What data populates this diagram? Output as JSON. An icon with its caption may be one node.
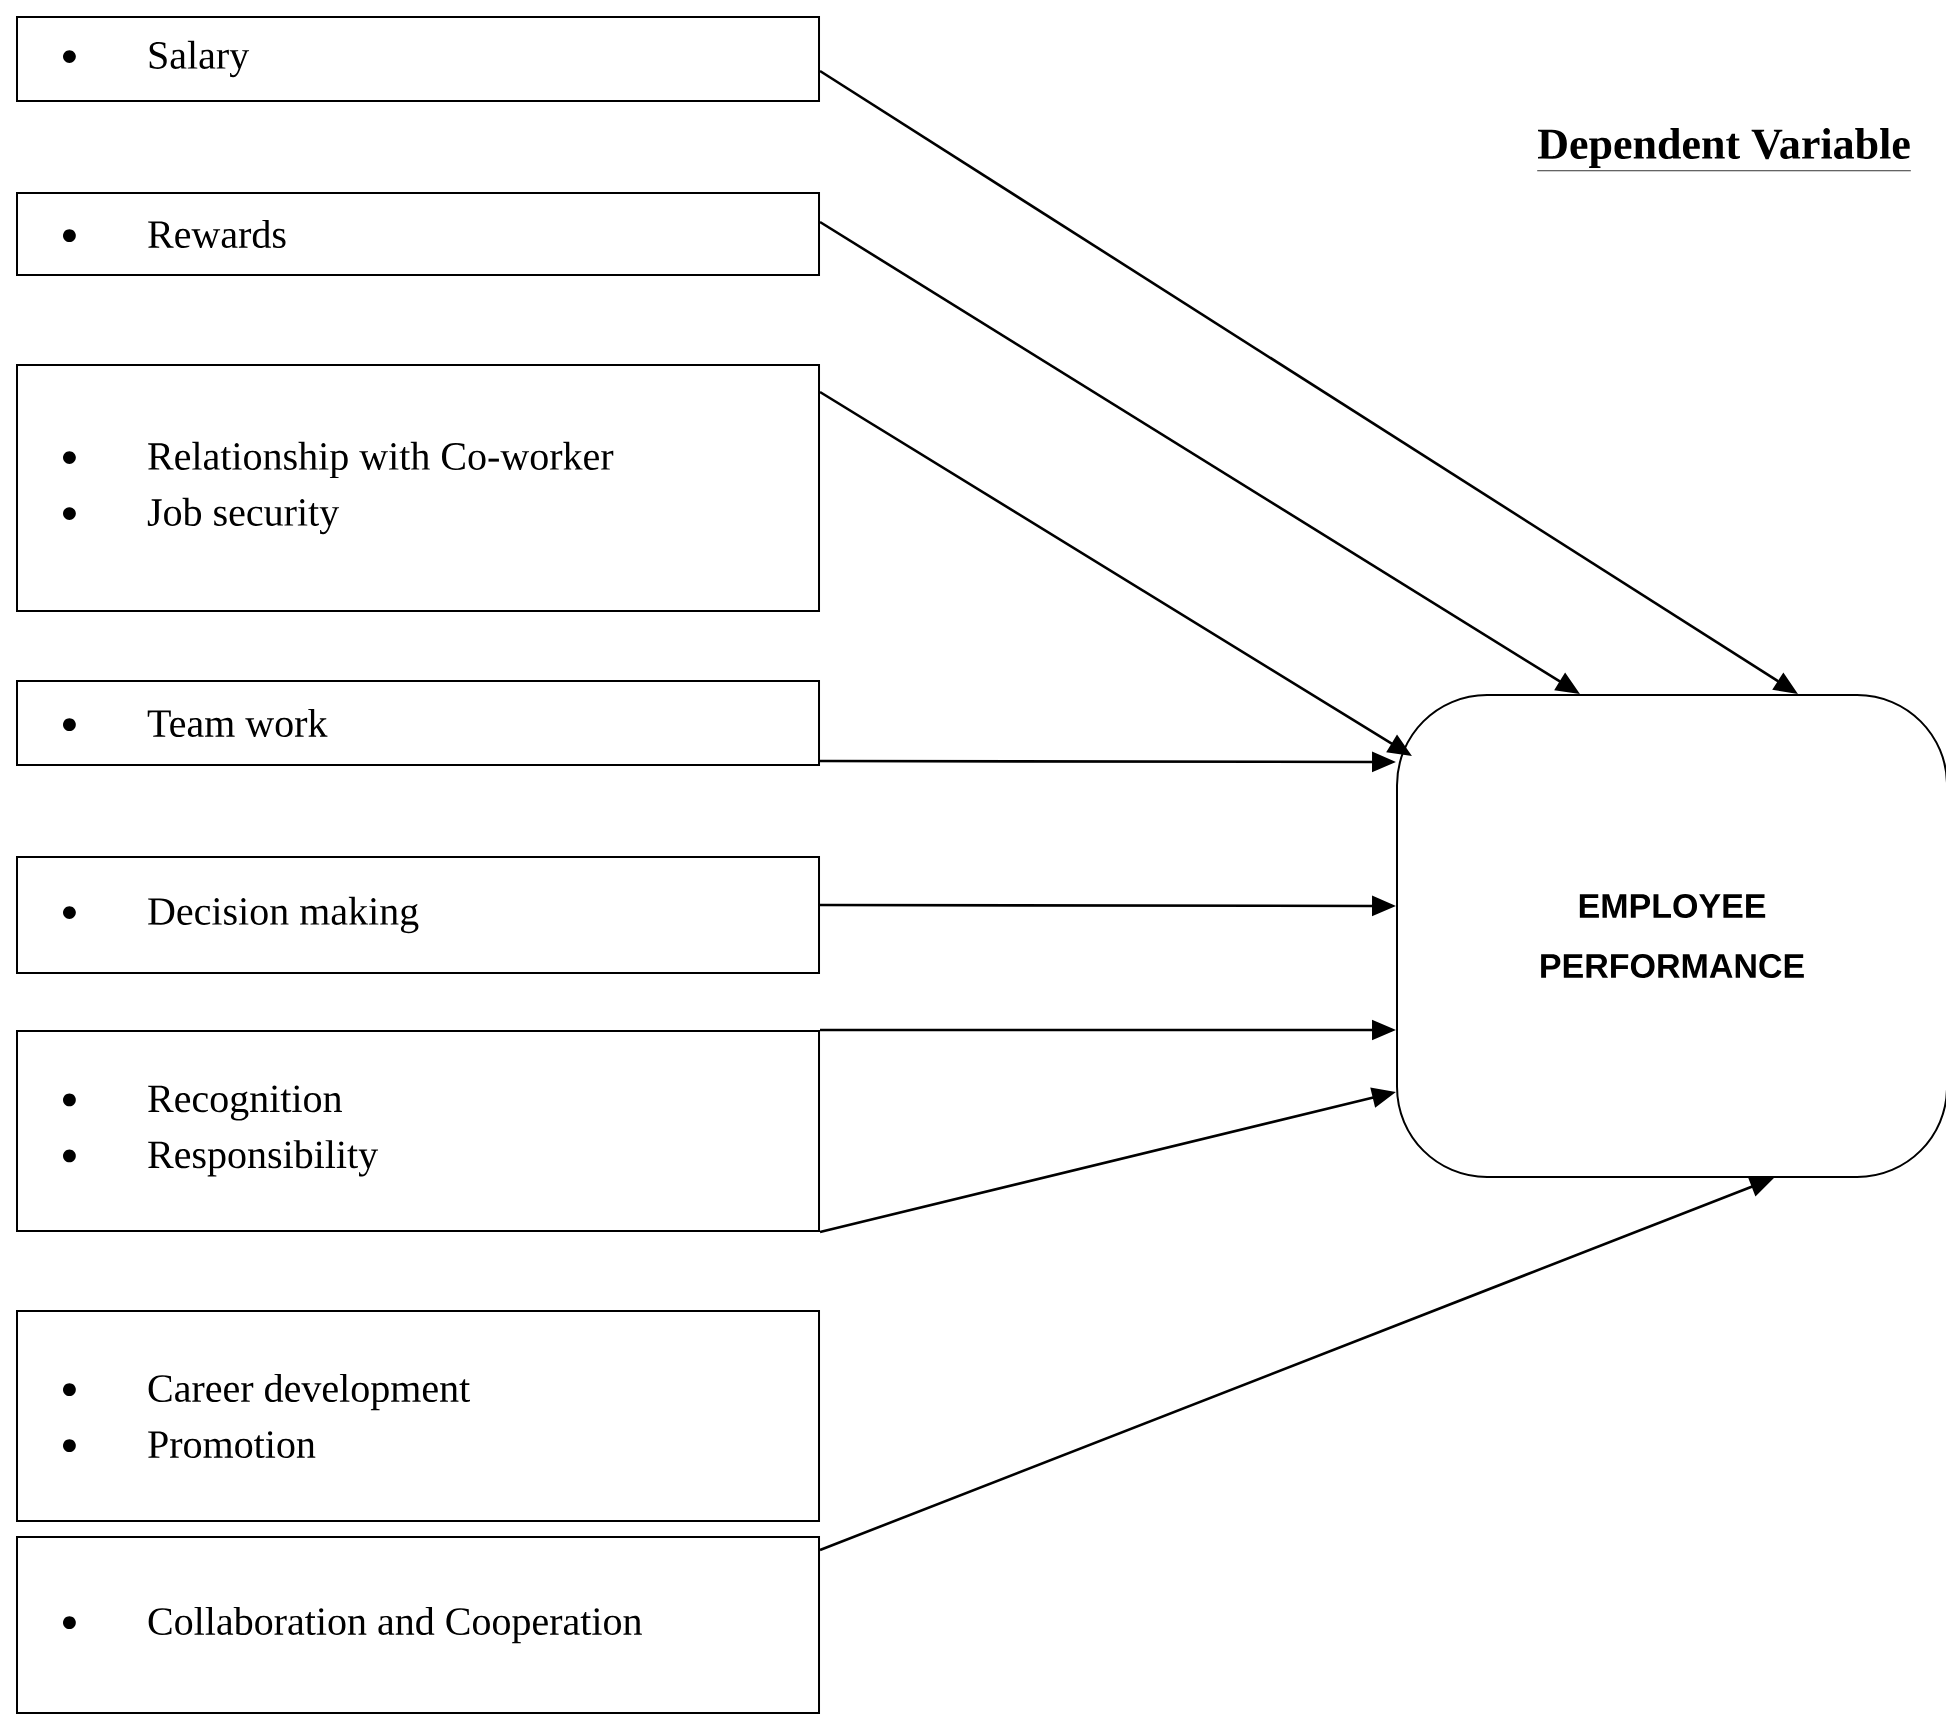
{
  "diagram": {
    "nodes": [
      {
        "text": [
          "Salary"
        ]
      },
      {
        "text": [
          "Rewards"
        ]
      },
      {
        "text": [
          "Relationship with Co-worker",
          "Job security"
        ]
      },
      {
        "text": [
          "Team work"
        ]
      },
      {
        "text": [
          "Decision making"
        ]
      },
      {
        "text": [
          "Recognition",
          "Responsibility"
        ]
      },
      {
        "text": [
          "Career development",
          "Promotion"
        ]
      },
      {
        "text": [
          "Collaboration and Cooperation"
        ]
      },
      {
        "text": [
          "EMPLOYEE PERFORMANCE"
        ]
      }
    ],
    "edges": [
      {
        "from": 0,
        "to": 8,
        "arrow": "to"
      },
      {
        "from": 1,
        "to": 8,
        "arrow": "to"
      },
      {
        "from": 2,
        "to": 8,
        "arrow": "to"
      },
      {
        "from": 3,
        "to": 8,
        "arrow": "to"
      },
      {
        "from": 4,
        "to": 8,
        "arrow": "to"
      },
      {
        "from": 5,
        "to": 8,
        "arrow": "to"
      },
      {
        "from": 5,
        "to": 8,
        "arrow": "to"
      },
      {
        "from": 7,
        "to": 8,
        "arrow": "to"
      }
    ],
    "labels": [
      "Dependent Variable"
    ]
  }
}
